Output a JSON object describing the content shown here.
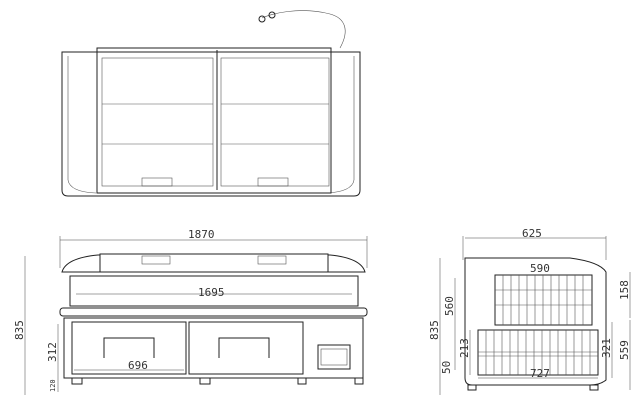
{
  "front_view": {
    "overall_width": "1870",
    "inner_width": "1695",
    "overall_height": "835",
    "drawer_height": "312",
    "drawer_width": "696",
    "leg_height": "120"
  },
  "side_view": {
    "overall_depth": "625",
    "inner_depth": "590",
    "overall_height": "835",
    "basket_height": "560",
    "lower_basket_height": "213",
    "leg_height": "50",
    "base_depth": "727",
    "top_height": "158",
    "drawer_height": "321",
    "lower_height": "559"
  }
}
